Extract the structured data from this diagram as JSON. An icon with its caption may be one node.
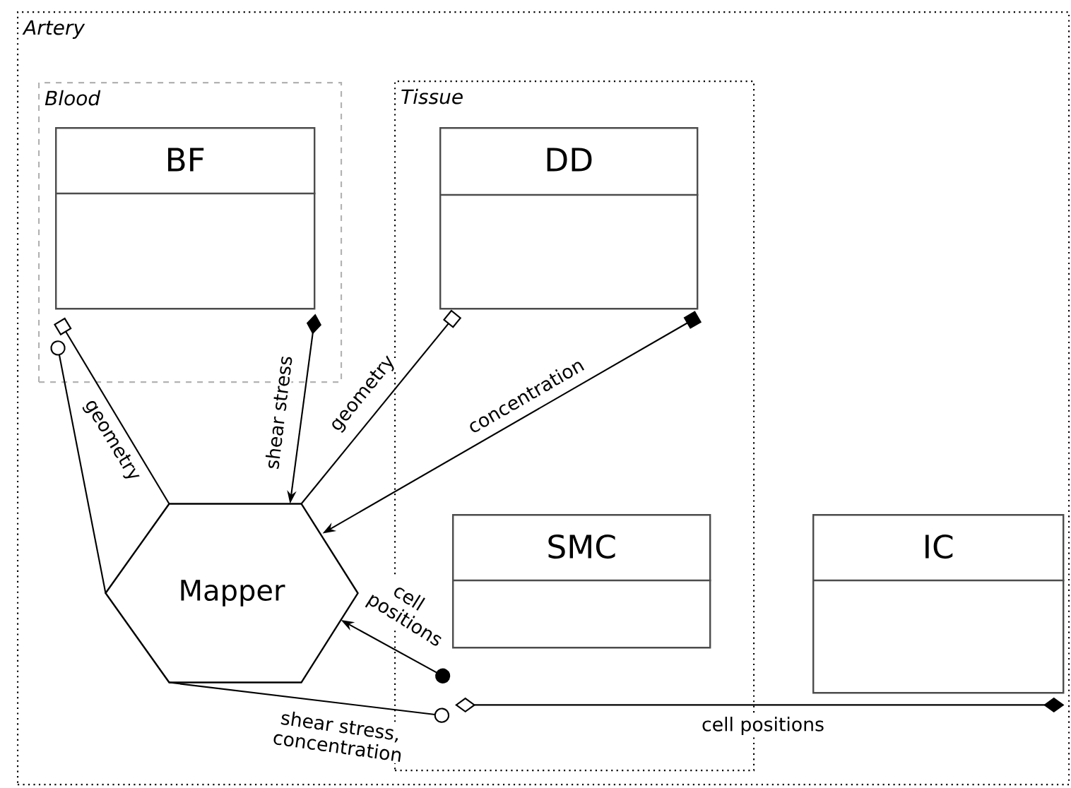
{
  "diagram": {
    "nodes": [
      {
        "text": [
          "Artery"
        ]
      },
      {
        "text": [
          "Blood"
        ],
        "in": 0
      },
      {
        "text": [
          "BF"
        ],
        "in": 1
      },
      {
        "text": [
          "Tissue"
        ],
        "in": 0
      },
      {
        "text": [
          "DD"
        ],
        "in": 3
      },
      {
        "text": [
          "SMC"
        ],
        "in": 3
      },
      {
        "text": [
          "IC"
        ],
        "in": 0
      },
      {
        "text": [
          "Mapper"
        ],
        "in": 0
      }
    ],
    "edges": [
      {
        "from": 2,
        "to": 7,
        "arrow": "other",
        "label": "geometry"
      },
      {
        "from": 7,
        "to": 2,
        "arrow": "other"
      },
      {
        "from": 2,
        "to": 7,
        "arrow": "to",
        "label": "shear stress"
      },
      {
        "from": 4,
        "to": 7,
        "arrow": "other",
        "label": "geometry"
      },
      {
        "from": 4,
        "to": 7,
        "arrow": "to",
        "label": "concentration"
      },
      {
        "from": 5,
        "to": 7,
        "arrow": "to",
        "label": "cell positions"
      },
      {
        "from": 7,
        "to": 5,
        "arrow": "other",
        "label": "shear stress, concentration"
      },
      {
        "from": 5,
        "to": 6,
        "arrow": "other",
        "label": "cell positions"
      }
    ]
  }
}
